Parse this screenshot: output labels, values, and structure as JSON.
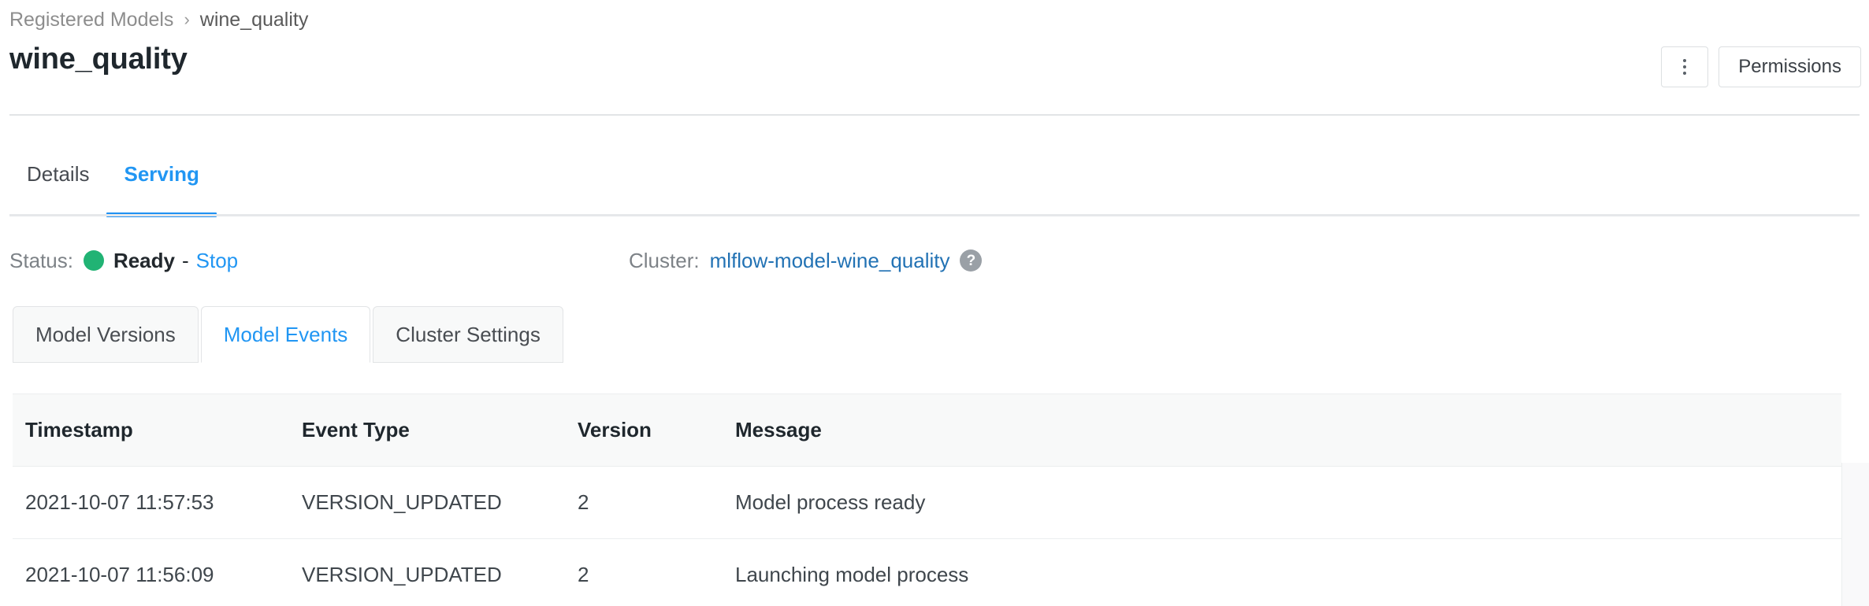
{
  "breadcrumb": {
    "root_label": "Registered Models",
    "separator": "›",
    "current_label": "wine_quality"
  },
  "header": {
    "title": "wine_quality",
    "kebab_label": "",
    "permissions_label": "Permissions"
  },
  "tabs": [
    {
      "label": "Details",
      "active": false
    },
    {
      "label": "Serving",
      "active": true
    }
  ],
  "status": {
    "label": "Status:",
    "value": "Ready",
    "dash": "-",
    "stop_label": "Stop",
    "dot_color": "#21b374"
  },
  "cluster": {
    "label": "Cluster:",
    "name": "mlflow-model-wine_quality",
    "help_glyph": "?"
  },
  "subtabs": [
    {
      "label": "Model Versions",
      "active": false
    },
    {
      "label": "Model Events",
      "active": true
    },
    {
      "label": "Cluster Settings",
      "active": false
    }
  ],
  "table": {
    "columns": [
      "Timestamp",
      "Event Type",
      "Version",
      "Message"
    ],
    "rows": [
      {
        "timestamp": "2021-10-07 11:57:53",
        "event_type": "VERSION_UPDATED",
        "version": "2",
        "message": "Model process ready"
      },
      {
        "timestamp": "2021-10-07 11:56:09",
        "event_type": "VERSION_UPDATED",
        "version": "2",
        "message": "Launching model process"
      }
    ]
  },
  "colors": {
    "accent_blue": "#2196f3",
    "link_blue": "#2272b4",
    "status_green": "#21b374",
    "header_bg": "#f8f9f9",
    "border": "#e2e4e6"
  }
}
